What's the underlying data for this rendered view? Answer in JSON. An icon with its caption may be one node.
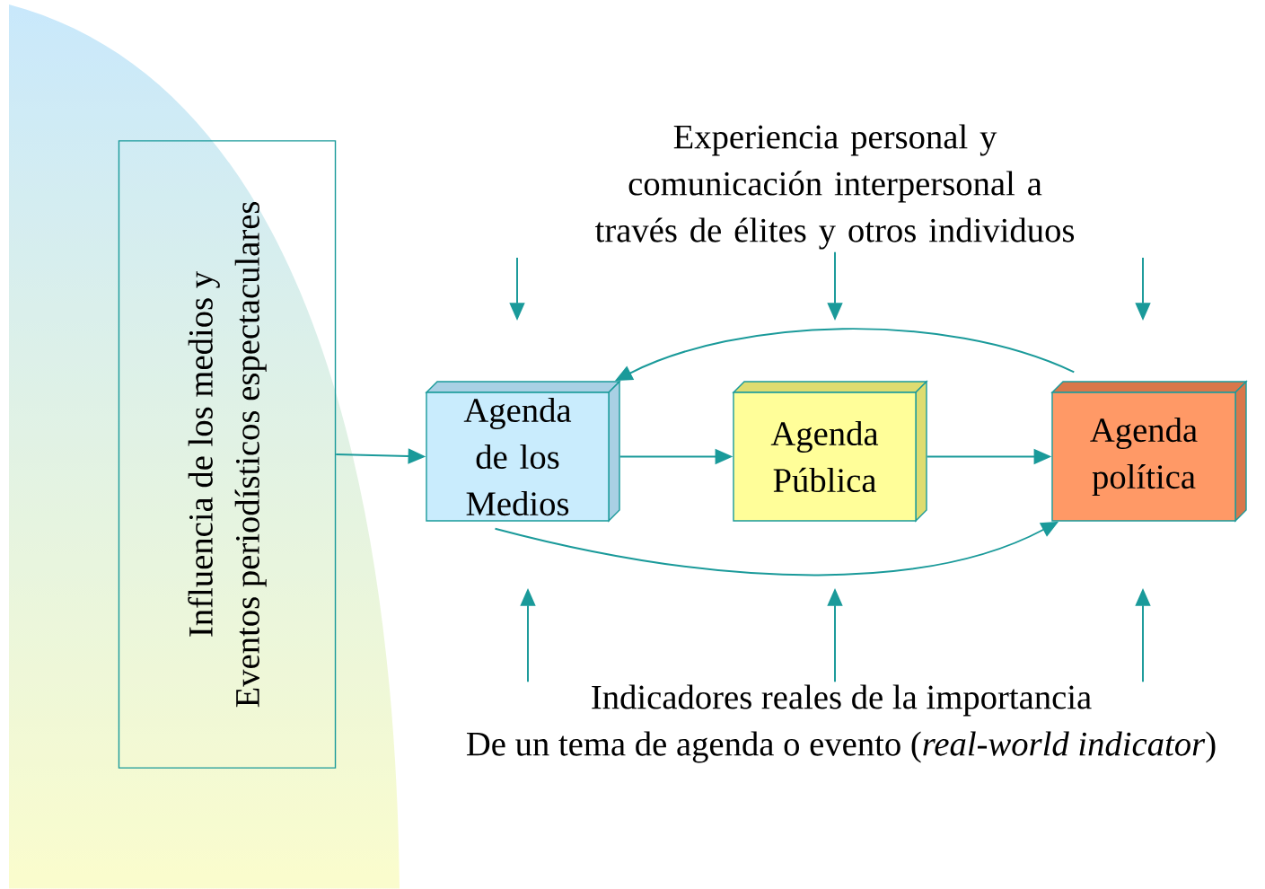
{
  "diagram": {
    "nodes": [
      {
        "text": [
          "Influencia de los medios y",
          "Eventos periodísticos espectaculares"
        ]
      },
      {
        "text": [
          "Agenda de los Medios"
        ]
      },
      {
        "text": [
          "Agenda Pública"
        ]
      },
      {
        "text": [
          "Agenda política"
        ]
      },
      {
        "text": [
          "Experiencia personal y comunicación interpersonal a través de élites y otros individuos"
        ]
      },
      {
        "text": [
          "Indicadores reales de la importancia",
          "De un tema de agenda o evento (*real-world indicator*)"
        ]
      }
    ],
    "edges": [
      {
        "from": 0,
        "to": 1,
        "arrow": "to"
      },
      {
        "from": 1,
        "to": 2,
        "arrow": "to"
      },
      {
        "from": 2,
        "to": 3,
        "arrow": "to"
      },
      {
        "from": 3,
        "to": 1,
        "arrow": "to"
      },
      {
        "from": 1,
        "to": 3,
        "arrow": "to"
      },
      {
        "from": 4,
        "to": null,
        "arrow": "to"
      },
      {
        "from": 5,
        "to": null,
        "arrow": "to"
      },
      {
        "from": 5,
        "to": null,
        "arrow": "to"
      },
      {
        "from": 5,
        "to": null,
        "arrow": "to"
      }
    ]
  }
}
